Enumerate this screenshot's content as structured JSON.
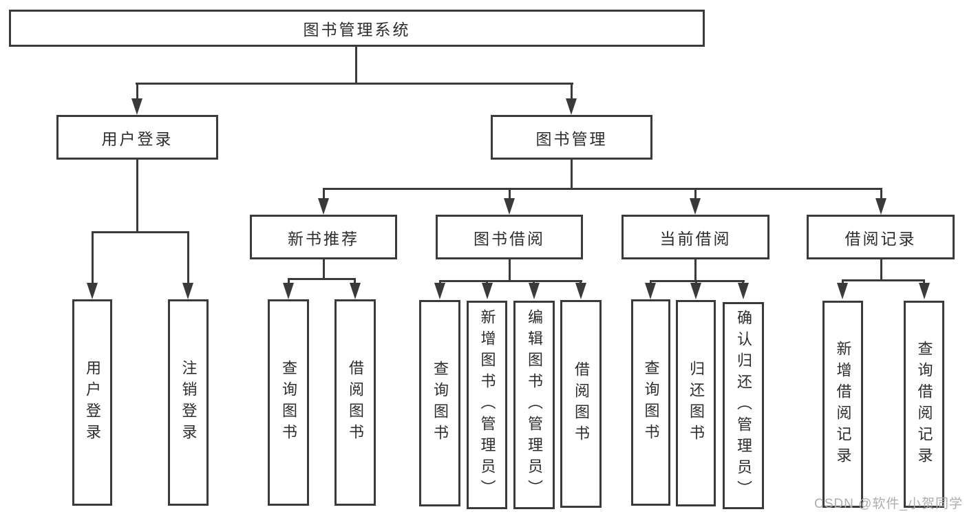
{
  "colors": {
    "line": "#3a3a3a",
    "text": "#2d2d2d",
    "watermark": "#adadad",
    "background": "#ffffff"
  },
  "watermark": "CSDN @软件_小贺同学",
  "tree": {
    "root": {
      "label": "图书管理系统"
    },
    "children": [
      {
        "label": "用户登录",
        "children": [
          {
            "label": "用户登录"
          },
          {
            "label": "注销登录"
          }
        ]
      },
      {
        "label": "图书管理",
        "children": [
          {
            "label": "新书推荐",
            "children": [
              {
                "label": "查询图书"
              },
              {
                "label": "借阅图书"
              }
            ]
          },
          {
            "label": "图书借阅",
            "children": [
              {
                "label": "查询图书"
              },
              {
                "label": "新增图书（管理员）"
              },
              {
                "label": "编辑图书（管理员）"
              },
              {
                "label": "借阅图书"
              }
            ]
          },
          {
            "label": "当前借阅",
            "children": [
              {
                "label": "查询图书"
              },
              {
                "label": "归还图书"
              },
              {
                "label": "确认归还（管理员）"
              }
            ]
          },
          {
            "label": "借阅记录",
            "children": [
              {
                "label": "新增借阅记录"
              },
              {
                "label": "查询借阅记录"
              }
            ]
          }
        ]
      }
    ]
  }
}
